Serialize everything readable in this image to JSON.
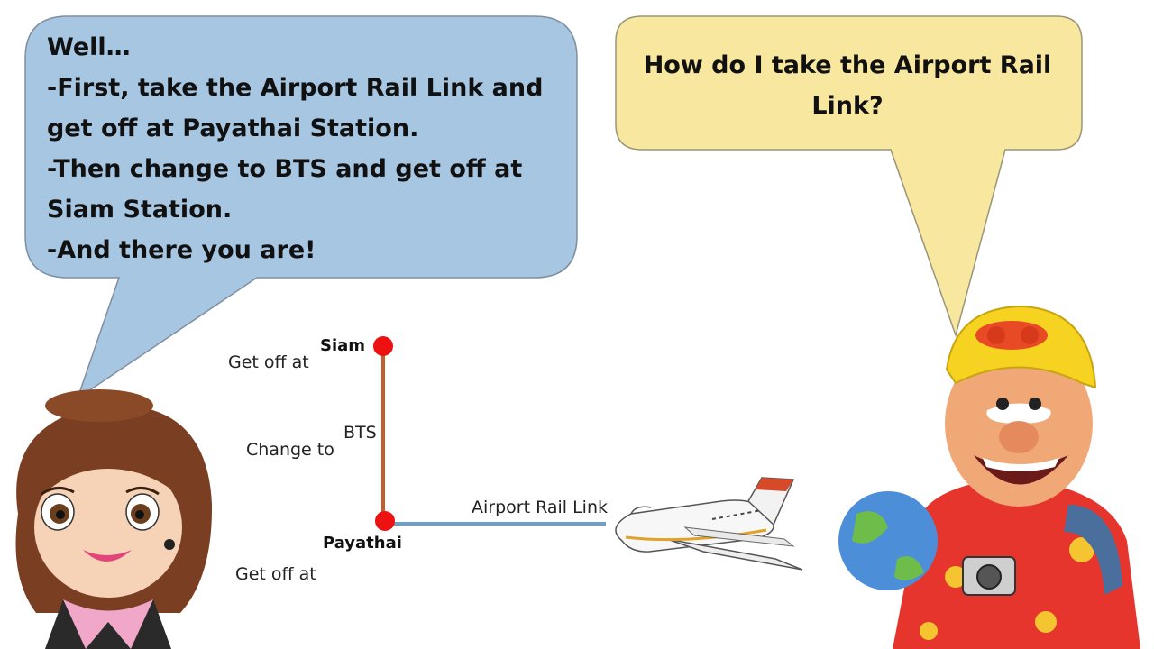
{
  "speech_guide": {
    "lines": [
      "Well…",
      "-First, take the Airport Rail Link and",
      "get off at Payathai Station.",
      "-Then change to BTS and get off at",
      "Siam Station.",
      "-And there you are!"
    ]
  },
  "speech_tourist": {
    "line1": "How do I take the Airport Rail",
    "line2": "Link?"
  },
  "route_map": {
    "siam_name": "Siam",
    "siam_action": "Get off at",
    "bts_name": "BTS",
    "bts_action": "Change to",
    "payathai_name": "Payathai",
    "payathai_action": "Get off at",
    "airport_rail_name": "Airport Rail Link"
  },
  "colors": {
    "guide_bubble": "#a7c6e2",
    "tourist_bubble": "#f8e79f",
    "bts_line": "#c0602c",
    "airport_rail_line": "#6f9fcc",
    "station_dot": "#ee1111"
  }
}
